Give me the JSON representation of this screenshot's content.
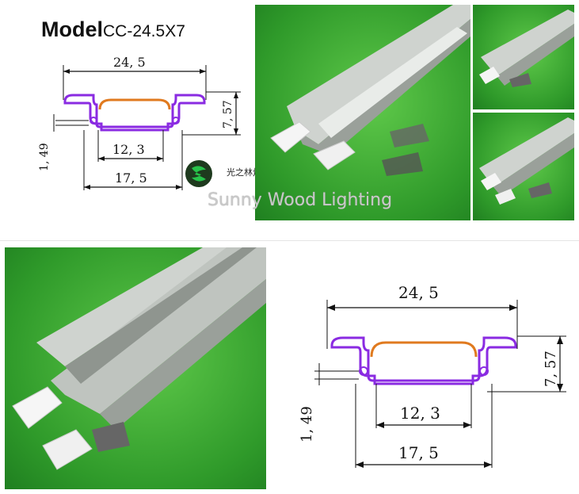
{
  "top_diagram": {
    "model_label": "Model",
    "model_code": "CC-24.5X7",
    "dim_width_top": "24, 5",
    "dim_height": "7, 57",
    "dim_inner": "12, 3",
    "dim_bottom": "17, 5",
    "dim_flange": "1, 49"
  },
  "watermark": {
    "brand_en": "Sunny Wood Lighting",
    "brand_cn": "光之林灯饰",
    "registered": "®"
  },
  "bottom_diagram": {
    "dim_width_top": "24, 5",
    "dim_height": "7, 57",
    "dim_inner": "12, 3",
    "dim_bottom": "17, 5",
    "dim_flange": "1, 49"
  },
  "colors": {
    "profile_outline": "#8a2be2",
    "diffuser_line": "#e07a1f",
    "background_green": "#3aa83a"
  }
}
